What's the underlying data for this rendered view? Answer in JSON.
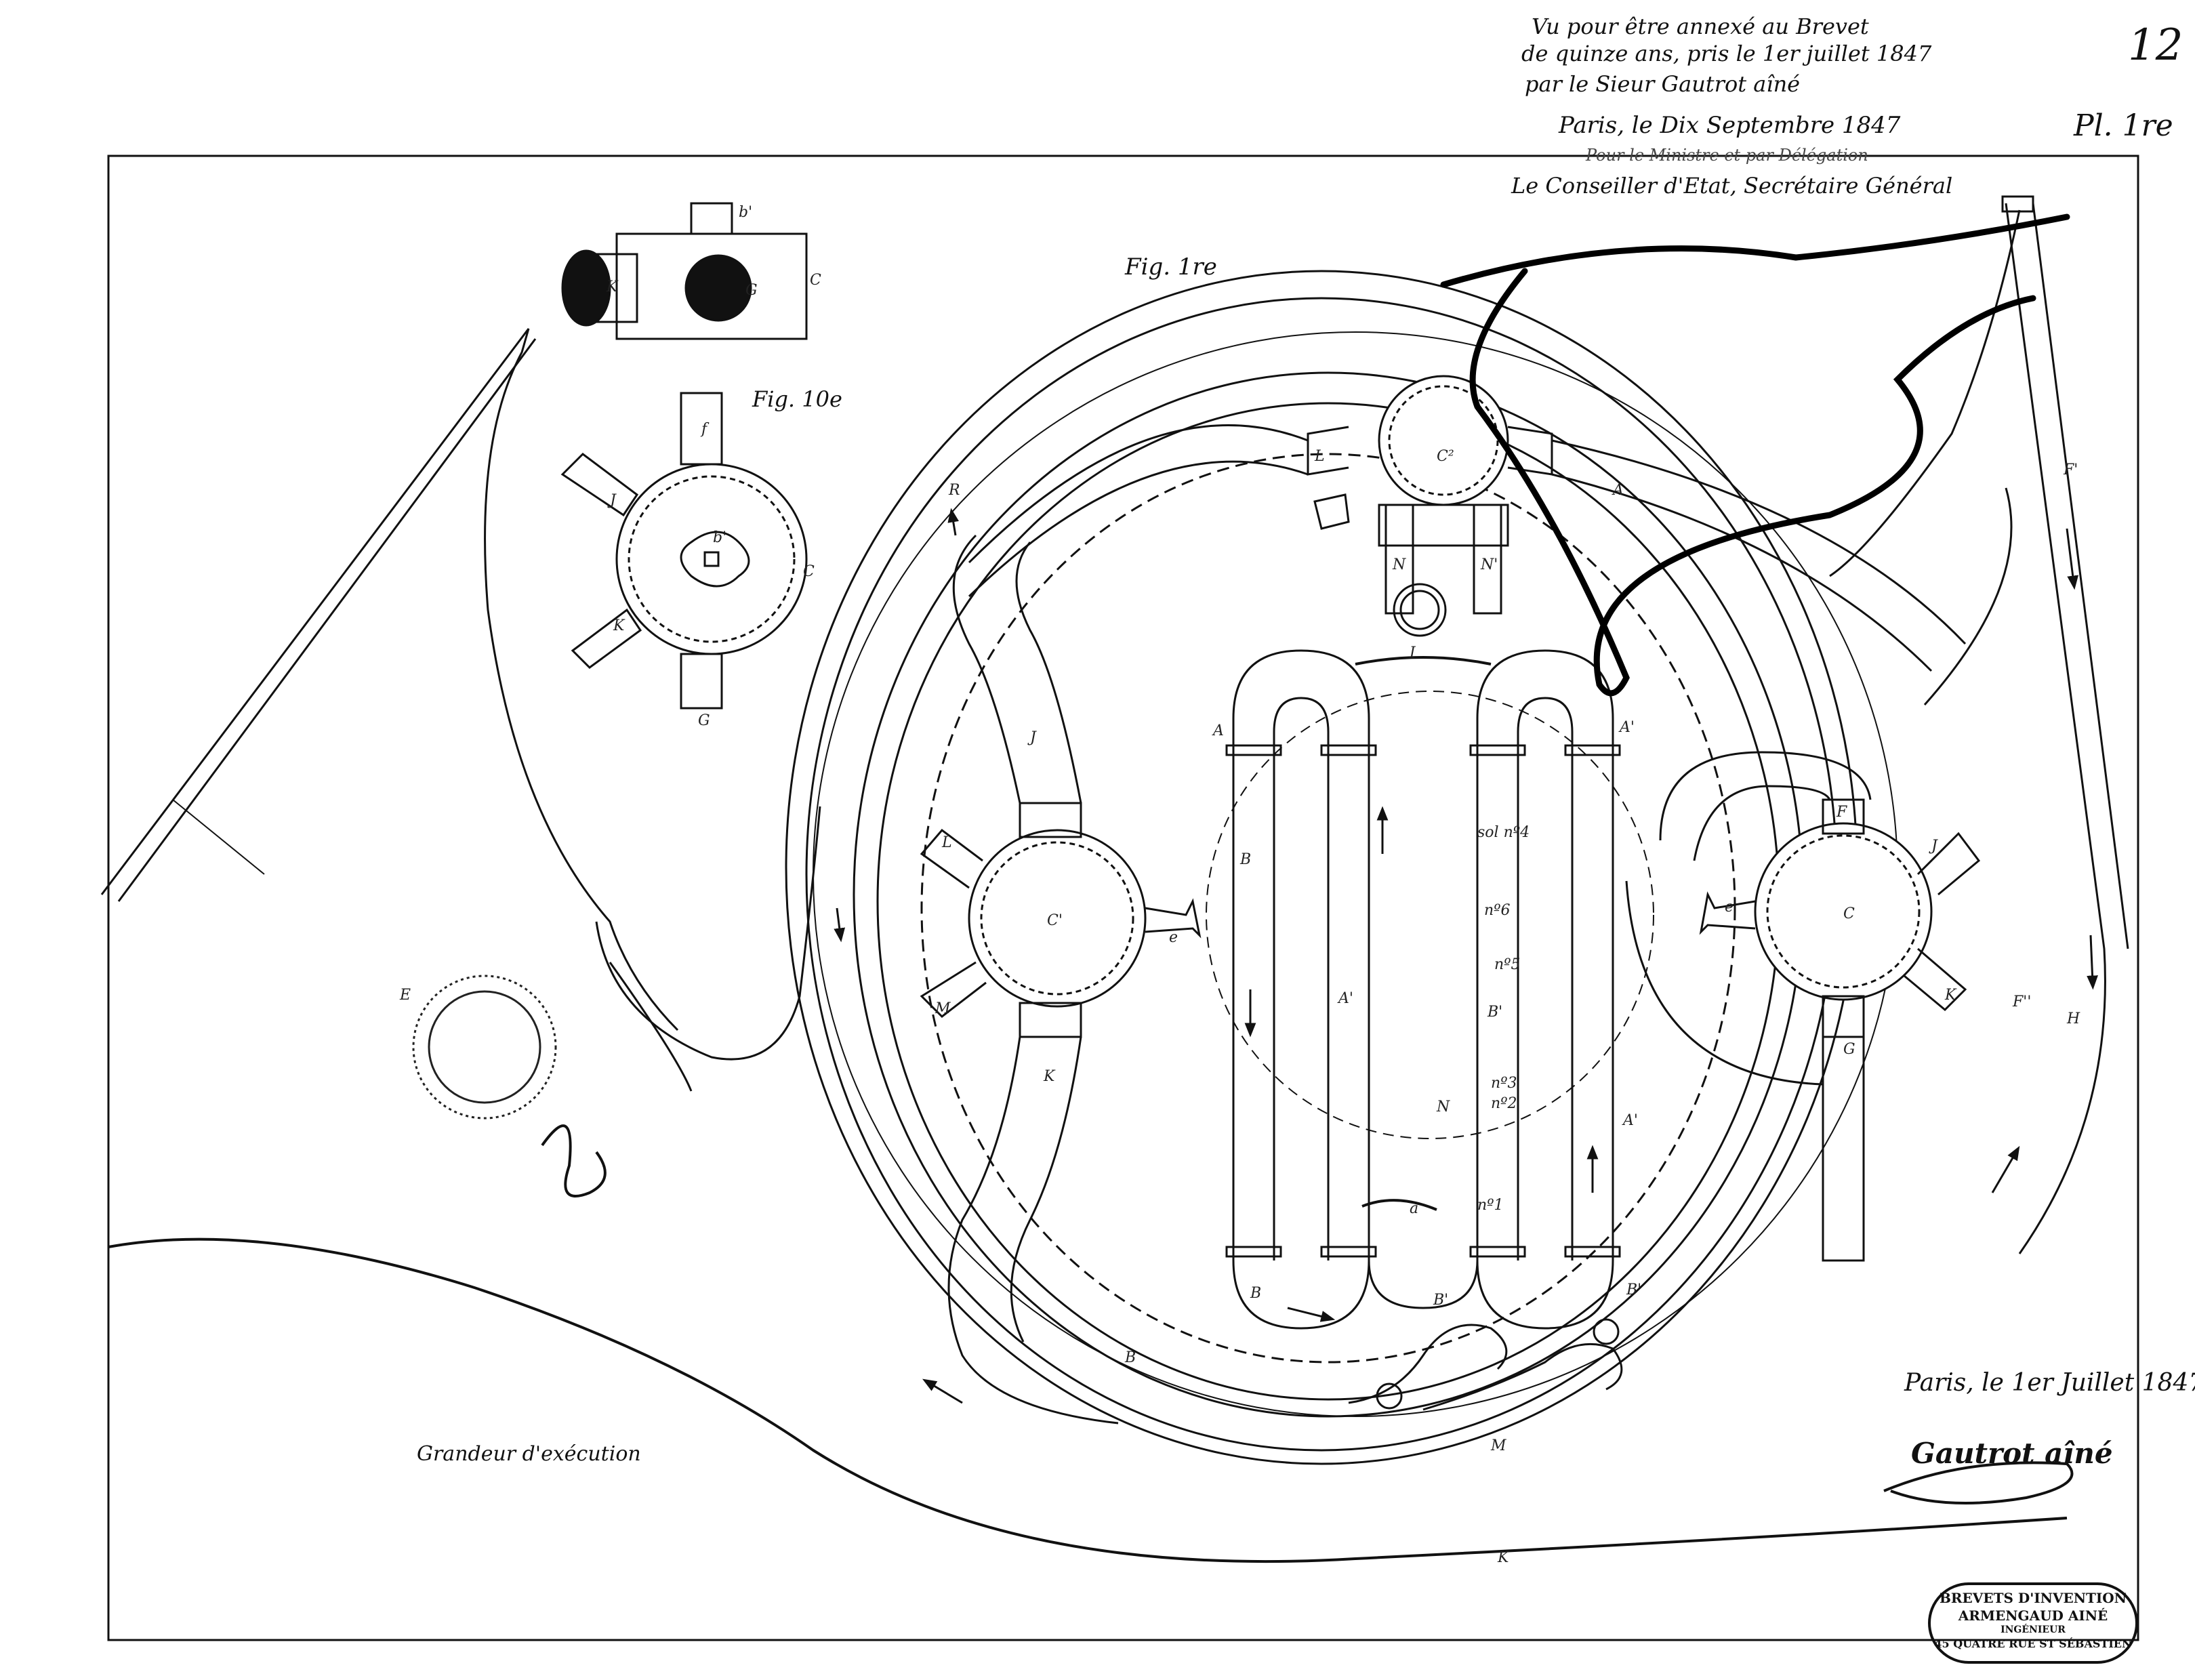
{
  "header": {
    "line1": "Vu pour être annexé au Brevet",
    "line2": "de quinze ans, pris le 1er juillet 1847",
    "line3": "par le Sieur Gautrot aîné",
    "line4": "Paris, le Dix Septembre 1847",
    "line5": "Pour le Ministre et par Délégation",
    "line6": "Le Conseiller d'Etat, Secrétaire Général",
    "sheet_number": "12",
    "plate": "Pl. 1re"
  },
  "figures": {
    "fig1": "Fig. 1re",
    "fig10": "Fig. 10e"
  },
  "bottom": {
    "scale_note": "Grandeur d'exécution",
    "date_signed": "Paris, le 1er Juillet 1847",
    "signature": "Gautrot aîné"
  },
  "stamp": {
    "line1": "BREVETS D'INVENTION",
    "line2": "ARMENGAUD AINÉ",
    "line3": "INGÉNIEUR",
    "line4": "45 QUATRE RUE ST SÉBASTIEN"
  },
  "labels": {
    "E": "E",
    "F": "F",
    "F1": "F'",
    "F2": "F''",
    "H": "H",
    "R": "R",
    "L": "L",
    "J": "J",
    "K": "K",
    "M": "M",
    "G": "G",
    "C": "C",
    "C1": "C'",
    "C2": "C²",
    "N": "N",
    "N1": "N'",
    "I": "I",
    "A": "A",
    "A1": "A'",
    "B": "B",
    "B1": "B'",
    "b1": "b'",
    "f": "f",
    "e": "e",
    "a": "a",
    "sol4": "sol nº4",
    "n6": "nº6",
    "n5": "nº5",
    "n3": "nº3",
    "n2": "nº2",
    "n1": "nº1"
  }
}
